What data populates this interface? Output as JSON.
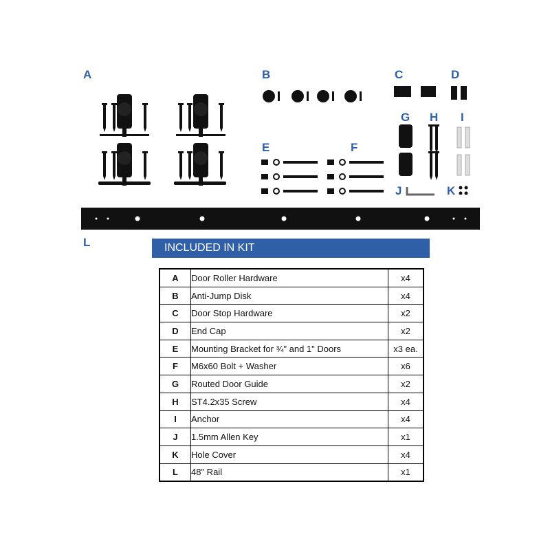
{
  "parts_labels": [
    "A",
    "B",
    "C",
    "D",
    "E",
    "F",
    "G",
    "H",
    "I",
    "J",
    "K",
    "L"
  ],
  "banner": {
    "title": "INCLUDED IN KIT"
  },
  "colors": {
    "accent": "#2f5fa6",
    "hardware": "#111111"
  },
  "kit": [
    {
      "letter": "A",
      "name": "Door Roller Hardware",
      "qty": "x4"
    },
    {
      "letter": "B",
      "name": "Anti-Jump Disk",
      "qty": "x4"
    },
    {
      "letter": "C",
      "name": "Door Stop Hardware",
      "qty": "x2"
    },
    {
      "letter": "D",
      "name": "End Cap",
      "qty": "x2"
    },
    {
      "letter": "E",
      "name": "Mounting Bracket for ¾\" and 1\" Doors",
      "qty": "x3 ea."
    },
    {
      "letter": "F",
      "name": "M6x60 Bolt + Washer",
      "qty": "x6"
    },
    {
      "letter": "G",
      "name": "Routed Door Guide",
      "qty": "x2"
    },
    {
      "letter": "H",
      "name": "ST4.2x35 Screw",
      "qty": "x4"
    },
    {
      "letter": "I",
      "name": "Anchor",
      "qty": "x4"
    },
    {
      "letter": "J",
      "name": "1.5mm Allen Key",
      "qty": "x1"
    },
    {
      "letter": "K",
      "name": "Hole Cover",
      "qty": "x4"
    },
    {
      "letter": "L",
      "name": "48\" Rail",
      "qty": "x1"
    }
  ]
}
